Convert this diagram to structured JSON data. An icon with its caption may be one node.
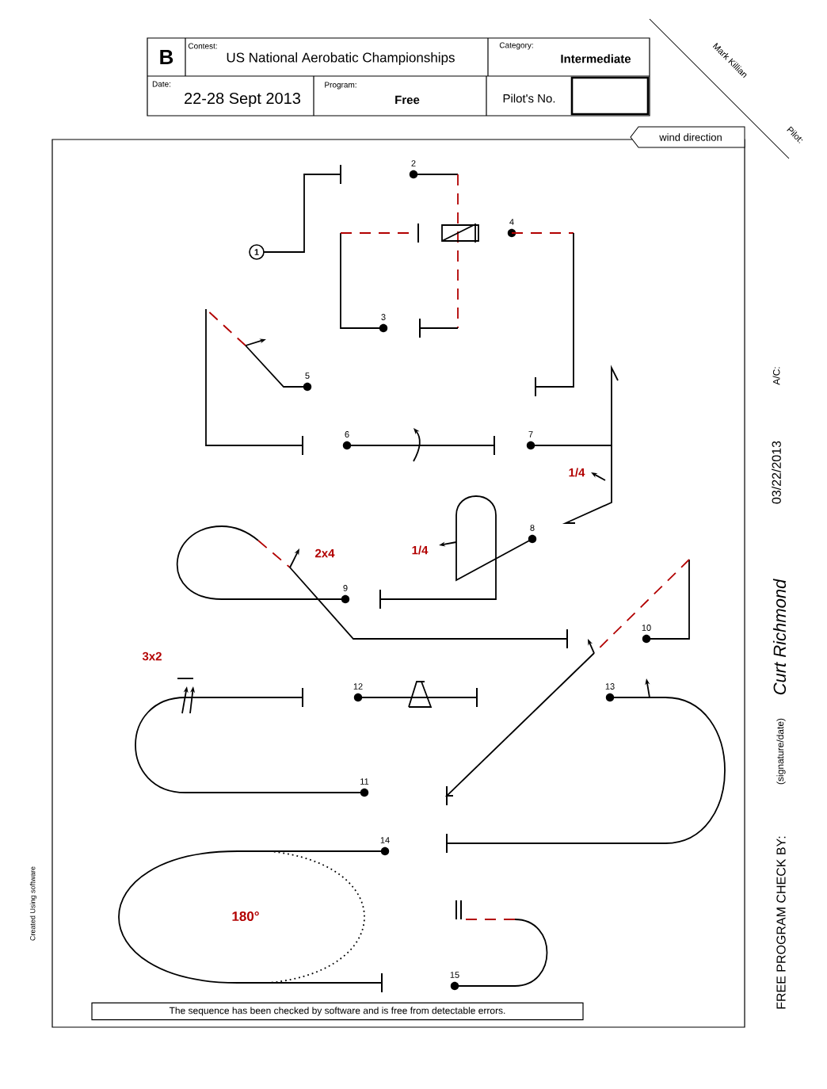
{
  "diagram": {
    "nodes": [
      {
        "text": [
          "wind direction"
        ]
      },
      {
        "text": [
          "The sequence has been checked by software and is free from detectable errors."
        ]
      }
    ],
    "labels": [
      "B",
      "Contest:",
      "US National Aerobatic Championships",
      "Category:",
      "Intermediate",
      "Date:",
      "22-28 Sept 2013",
      "Program:",
      "Free",
      "Pilot's No.",
      "Mark Killian",
      "Pilot:",
      "1",
      "2",
      "3",
      "4",
      "5",
      "6",
      "7",
      "8",
      "9",
      "10",
      "11",
      "12",
      "13",
      "14",
      "15",
      "1/4",
      "2x4",
      "1/4",
      "3x2",
      "180°",
      "FREE PROGRAM CHECK BY:",
      "(signature/date)",
      "Curt Richmond",
      "03/22/2013",
      "A/C:",
      "Created Using software"
    ]
  }
}
